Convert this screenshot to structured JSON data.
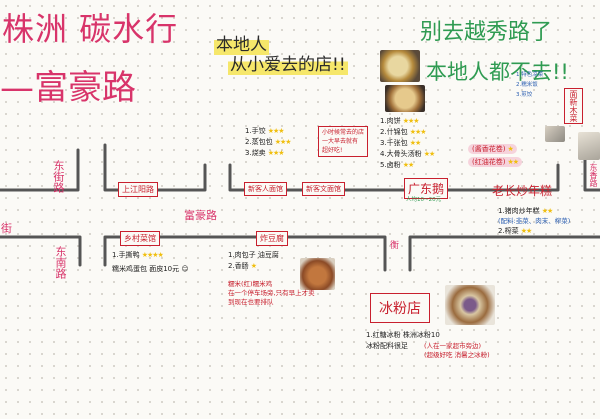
{
  "title": {
    "line1": "株洲 碳水行",
    "line2": "—富豪路"
  },
  "local_note": {
    "line1": "本地人",
    "line2": "从小爱去的店!!"
  },
  "warning_note": {
    "line1": "别去越秀路了",
    "line2": "本地人都不去!!"
  },
  "roads": {
    "main": "富豪路",
    "left_top": "东街路",
    "left_bottom": "东南路",
    "left_edge": "街",
    "middle": "衡",
    "right_edge": "东香路"
  },
  "shops": {
    "shangjiang": {
      "name": "上江阳路"
    },
    "xinke1": {
      "name": "新客人面馆"
    },
    "xinke2": {
      "name": "新客文面馆"
    },
    "breakfast": {
      "items": [
        {
          "text": "1.手饺",
          "stars": 3
        },
        {
          "text": "2.蒸包包",
          "stars": 3
        },
        {
          "text": "3.烧卖",
          "stars": 3
        }
      ],
      "note": [
        "小时候常去的店",
        "一大早去就有",
        "超好吃!"
      ]
    },
    "guangdong_e": {
      "name": "广东鹅",
      "price": "人均10~20元",
      "items": [
        {
          "text": "1.肉饼",
          "stars": 3
        },
        {
          "text": "2.什锦包",
          "stars": 3
        },
        {
          "text": "3.千张包",
          "stars": 2
        },
        {
          "text": "4.大骨头汤粉",
          "stars": 2
        },
        {
          "text": "5.卤粉",
          "stars": 2
        }
      ]
    },
    "huajuan": [
      {
        "text": "(酱香花卷)",
        "stars": 1
      },
      {
        "text": "(红油花卷)",
        "stars": 2
      }
    ],
    "niangao": {
      "name": "老长炒年糕",
      "items": [
        {
          "text": "1.猪肉炒年糕",
          "stars": 2
        },
        {
          "text": "2.榨菜",
          "stars": 2
        }
      ],
      "note": "(配料:韭菜、肉末、榨菜)"
    },
    "mucai": {
      "name": "面新木菜",
      "menu": [
        "1.特色凉菜",
        "2.糯米饭",
        "3.煎饺"
      ]
    },
    "xiangcun": {
      "name": "乡村菜馆",
      "items": [
        {
          "text": "1.手撕鸭",
          "stars": 4
        }
      ],
      "note": "糯米鸡蛋包 面皮10元 ☺"
    },
    "zhadoufu": {
      "name": "炸豆腐",
      "items": [
        {
          "text": "1.肉包子 油豆腐",
          "stars": 0
        },
        {
          "text": "2.香肠",
          "stars": 1
        }
      ],
      "notes": [
        "糯米(红)糯米鸡",
        "在一个停车场旁,只有早上才卖",
        "到现在也要排队"
      ]
    },
    "bingfen": {
      "name": "冰粉店",
      "lines": [
        "1.红糖冰粉 株洲冰粉10",
        "冰粉配料很足"
      ],
      "notes": [
        "(人在一家超市旁边)",
        "(超级好吃 消暑之冰粉)"
      ]
    }
  },
  "colors": {
    "title": "#d8346a",
    "road": "#555555",
    "label_red": "#c8202e",
    "note_green": "#2f9b52",
    "highlight_yellow": "#f6e76a",
    "star": "#f0bf10",
    "note_blue": "#2a5db0"
  }
}
